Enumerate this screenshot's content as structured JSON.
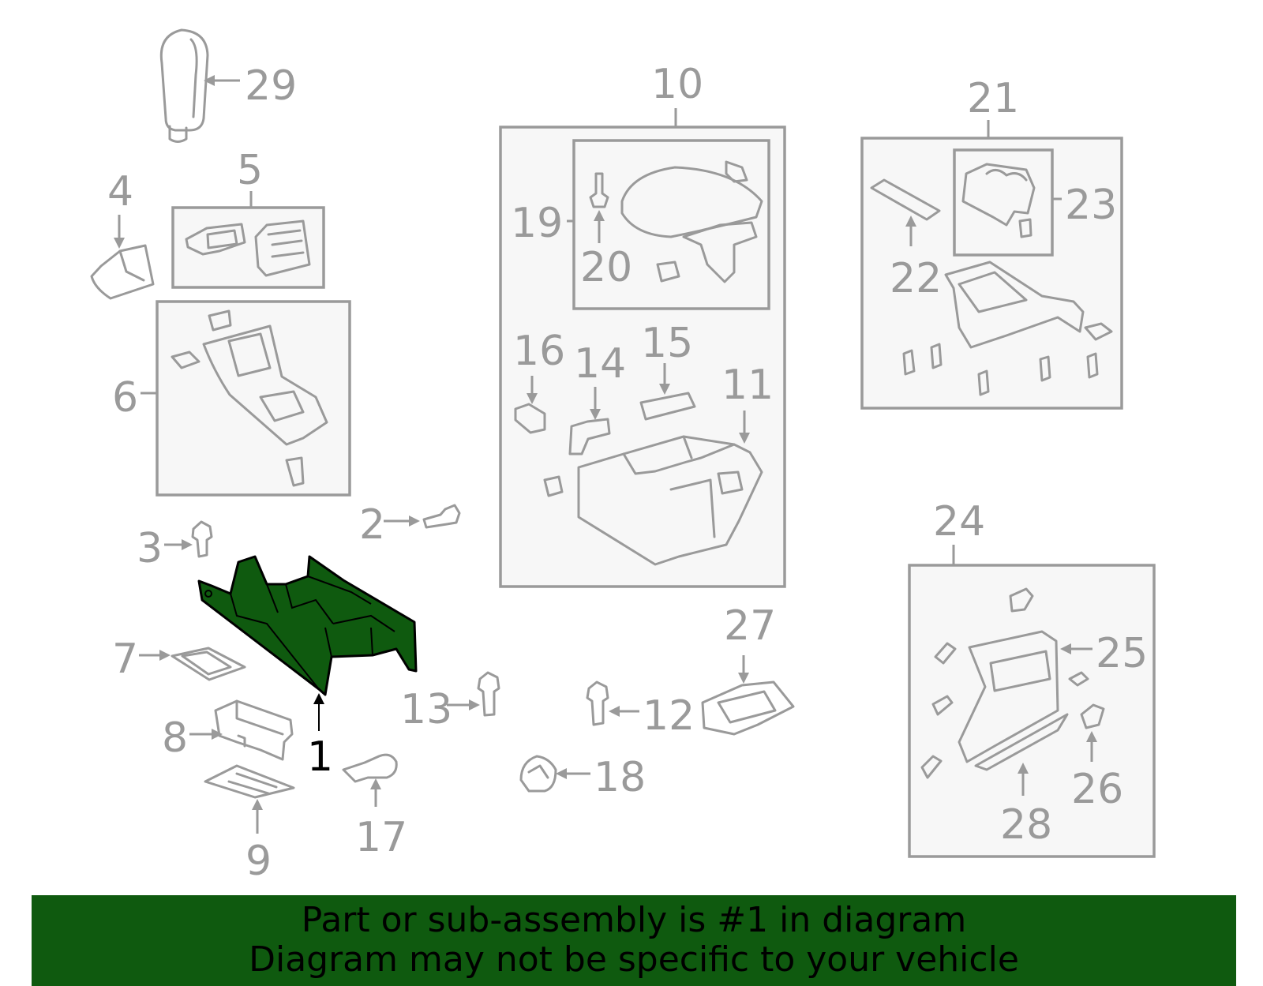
{
  "banner": {
    "line1": "Part or sub-assembly is #1 in diagram",
    "line2": "Diagram may not be specific to your vehicle",
    "color": "#0f5a0f"
  },
  "highlight": {
    "part": "1",
    "color": "#0f5a0f"
  },
  "labels": {
    "p1": "1",
    "p2": "2",
    "p3": "3",
    "p4": "4",
    "p5": "5",
    "p6": "6",
    "p7": "7",
    "p8": "8",
    "p9": "9",
    "p10": "10",
    "p11": "11",
    "p12": "12",
    "p13": "13",
    "p14": "14",
    "p15": "15",
    "p16": "16",
    "p17": "17",
    "p18": "18",
    "p19": "19",
    "p20": "20",
    "p21": "21",
    "p22": "22",
    "p23": "23",
    "p24": "24",
    "p25": "25",
    "p26": "26",
    "p27": "27",
    "p28": "28",
    "p29": "29"
  }
}
